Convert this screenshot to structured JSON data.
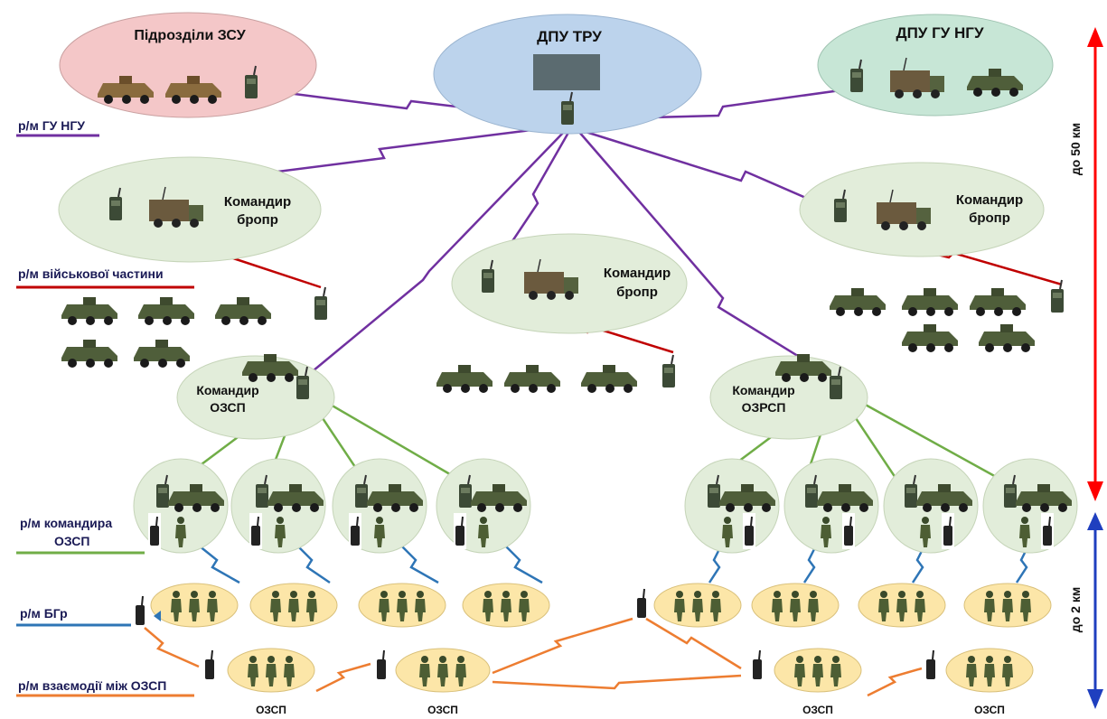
{
  "nodes": {
    "zsu": "Підрозділи ЗСУ",
    "dpu_tru": "ДПУ ТРУ",
    "dpu_gu_ngu": "ДПУ ГУ НГУ",
    "cmd_left_1": "Командир",
    "cmd_left_2": "бропр",
    "cmd_center_1": "Командир",
    "cmd_center_2": "бропр",
    "cmd_right_1": "Командир",
    "cmd_right_2": "бропр",
    "ozsp_cmd_1": "Командир",
    "ozsp_cmd_2": "ОЗСП",
    "ozrsp_cmd_1": "Командир",
    "ozrsp_cmd_2": "ОЗРСП",
    "bottom_1": "ОЗСП",
    "bottom_2": "ОЗСП",
    "bottom_3": "ОЗСП",
    "bottom_4": "ОЗСП"
  },
  "legend": {
    "gu_ngu": "р/м ГУ НГУ",
    "military_unit": "р/м військової частини",
    "cmd_ozsp_1": "р/м командира",
    "cmd_ozsp_2": "ОЗСП",
    "bgr": "р/м БГр",
    "interaction": "р/м взаємодії між ОЗСП"
  },
  "ranges": {
    "far": "до 50 км",
    "near": "до 2 км"
  },
  "colors": {
    "purple": "#7030a0",
    "red": "#c00000",
    "green": "#70ad47",
    "blue": "#2e75b6",
    "orange": "#ed7d31"
  }
}
